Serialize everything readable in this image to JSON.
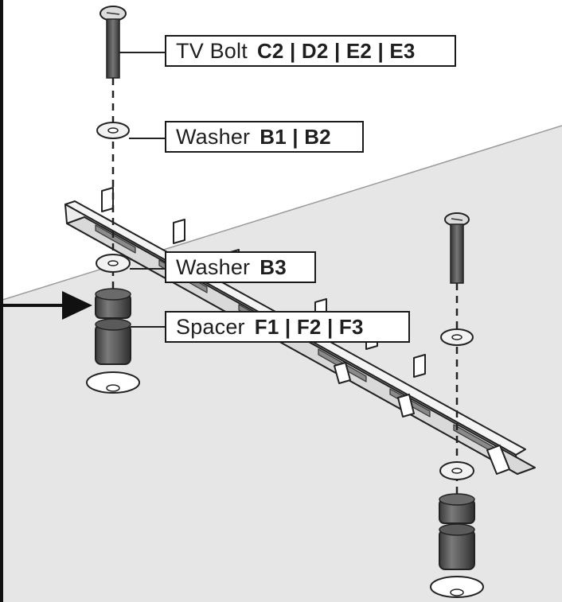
{
  "callouts": {
    "tv_bolt": {
      "name": "TV Bolt",
      "codes": "C2 | D2 | E2 | E3"
    },
    "washer_top": {
      "name": "Washer",
      "codes": "B1 | B2"
    },
    "washer_b3": {
      "name": "Washer",
      "codes": "B3"
    },
    "spacer": {
      "name": "Spacer",
      "codes": "F1 | F2 | F3"
    }
  },
  "icons": {
    "bolt": "screw-bolt-icon",
    "washer": "flat-washer-icon",
    "spacer": "cylindrical-spacer-icon",
    "arrow": "right-arrow-icon"
  },
  "colors": {
    "background": "#ffffff",
    "wall_shade": "#e6e6e6",
    "outline": "#1a1a1a",
    "part_dark": "#4a4a4a"
  }
}
